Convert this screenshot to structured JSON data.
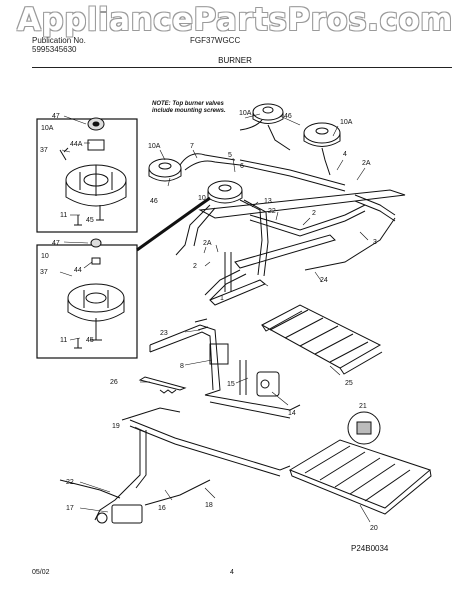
{
  "watermark": "AppliancePartsPros.com",
  "header": {
    "line1": "Publication No.",
    "line2": "5995345630",
    "model": "FGF37WGCC",
    "title": "BURNER"
  },
  "note": {
    "line1": "NOTE: Top burner valves",
    "line2": "include mounting screws."
  },
  "callouts": {
    "c1": "1",
    "c2": "2",
    "c2a_l": "2A",
    "c2a_r": "2A",
    "c3": "3",
    "c4": "4",
    "c5": "5",
    "c6": "6",
    "c7": "7",
    "c8": "8",
    "c10": "10",
    "c10a_top": "10A",
    "c10a_mid": "10A",
    "c10a_right": "10A",
    "c11a": "11",
    "c11b": "11",
    "c13": "13",
    "c14": "14",
    "c15": "15",
    "c16": "16",
    "c17": "17",
    "c18": "18",
    "c19": "19",
    "c20": "20",
    "c21": "21",
    "c22a": "22",
    "c22b": "22",
    "c23": "23",
    "c24": "24",
    "c25": "25",
    "c26": "26",
    "c37a": "37",
    "c37b": "37",
    "c44a": "44A",
    "c44b": "44",
    "c45a": "45",
    "c45b": "45",
    "c46a": "46",
    "c46b": "46",
    "c47a": "47",
    "c47b": "47"
  },
  "inset_labels": {
    "top": "10A",
    "bottom": "10"
  },
  "diagram_code": "P24B0034",
  "footer": {
    "date": "05/02",
    "page": "4"
  }
}
